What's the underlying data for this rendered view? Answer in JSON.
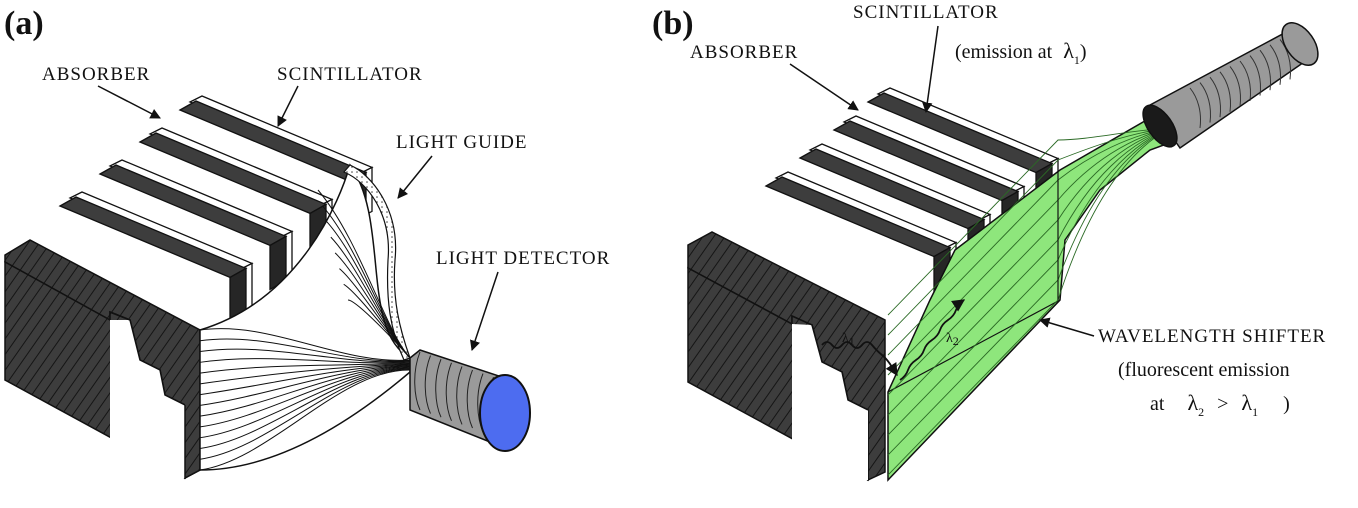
{
  "colors": {
    "absorber_dark": "#3d3d3d",
    "absorber_hatch": "#1a1a1a",
    "scintillator": "#ffffff",
    "light_guide_outline": "#111111",
    "detector_gray": "#9a9a9a",
    "detector_face": "#4d6cf0",
    "wls_green": "#8ee67c",
    "wls_line": "#2b6a25"
  },
  "panel_a": {
    "tag": "(a)",
    "absorber": "ABSORBER",
    "scintillator": "SCINTILLATOR",
    "light_guide": "LIGHT  GUIDE",
    "light_detector": "LIGHT  DETECTOR"
  },
  "panel_b": {
    "tag": "(b)",
    "absorber": "ABSORBER",
    "scintillator": "SCINTILLATOR",
    "emission_prefix": "(emission  at",
    "emission_symbol": "λ",
    "emission_sub": "1",
    "emission_suffix": ")",
    "wls": "WAVELENGTH  SHIFTER",
    "fluor_line1": "(fluorescent  emission",
    "fluor_at": "at",
    "fluor_sym2": "λ",
    "fluor_sub2": "2",
    "fluor_gt": ">",
    "fluor_sym1": "λ",
    "fluor_sub1": "1",
    "fluor_close": ")",
    "photon1_sym": "λ",
    "photon1_sub": "1",
    "photon2_sym": "λ",
    "photon2_sub": "2"
  }
}
